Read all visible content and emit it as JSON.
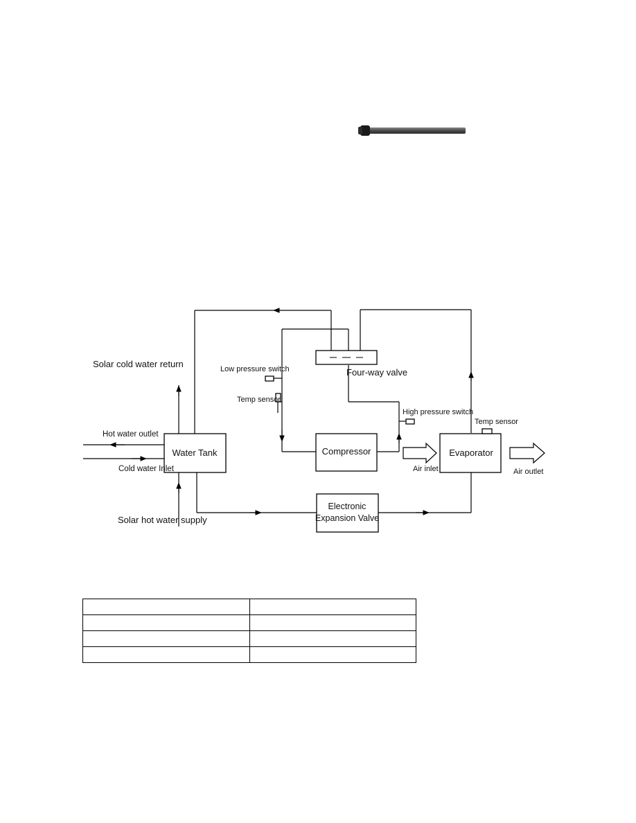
{
  "diagram": {
    "labels": {
      "solar_cold_return": "Solar cold water return",
      "hot_water_outlet": "Hot water outlet",
      "cold_water_inlet": "Cold water Inlet",
      "solar_hot_supply": "Solar hot water supply",
      "water_tank": "Water Tank",
      "low_pressure_switch": "Low pressure switch",
      "temp_sensor_left": "Temp sensor",
      "four_way_valve": "Four-way valve",
      "high_pressure_switch": "High pressure switch",
      "compressor": "Compressor",
      "air_inlet": "Air inlet",
      "evaporator": "Evaporator",
      "temp_sensor_right": "Temp sensor",
      "air_outlet": "Air outlet",
      "eev_line1": "Electronic",
      "eev_line2": "Expansion Valve"
    },
    "colors": {
      "line": "#000000",
      "rod": "#5a5a5a"
    }
  },
  "table": {
    "rows": [
      [
        "",
        ""
      ],
      [
        "",
        ""
      ],
      [
        "",
        ""
      ],
      [
        "",
        ""
      ]
    ]
  }
}
